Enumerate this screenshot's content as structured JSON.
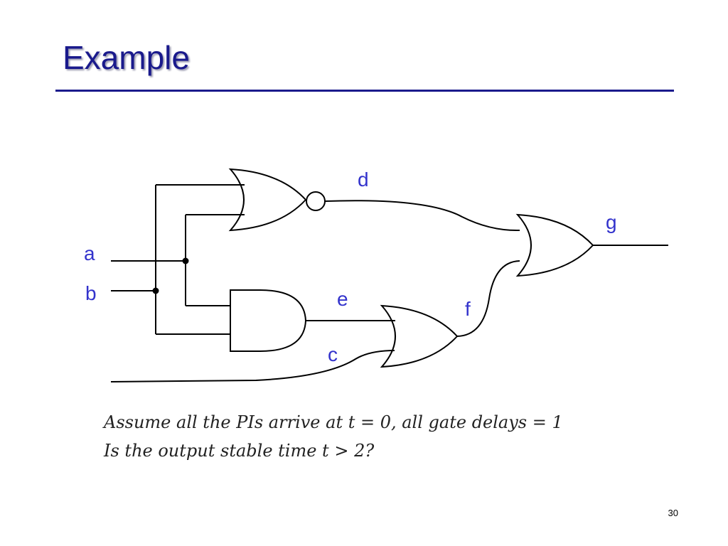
{
  "slide": {
    "title": "Example",
    "page_number": "30"
  },
  "circuit": {
    "signals": {
      "a": "a",
      "b": "b",
      "c": "c",
      "d": "d",
      "e": "e",
      "f": "f",
      "g": "g"
    },
    "gates": [
      {
        "name": "nor-gate",
        "type": "NOR",
        "output": "d"
      },
      {
        "name": "and-gate",
        "type": "AND",
        "output": "e"
      },
      {
        "name": "or-gate-f",
        "type": "OR",
        "output": "f"
      },
      {
        "name": "or-gate-g",
        "type": "OR",
        "output": "g"
      }
    ]
  },
  "notes": {
    "line1": "Assume all the PIs arrive at t = 0,  all gate delays = 1",
    "line2": "Is the output stable time t > 2?"
  },
  "colors": {
    "title": "#1a1a8c",
    "label": "#3333cc",
    "wire": "#000000"
  }
}
